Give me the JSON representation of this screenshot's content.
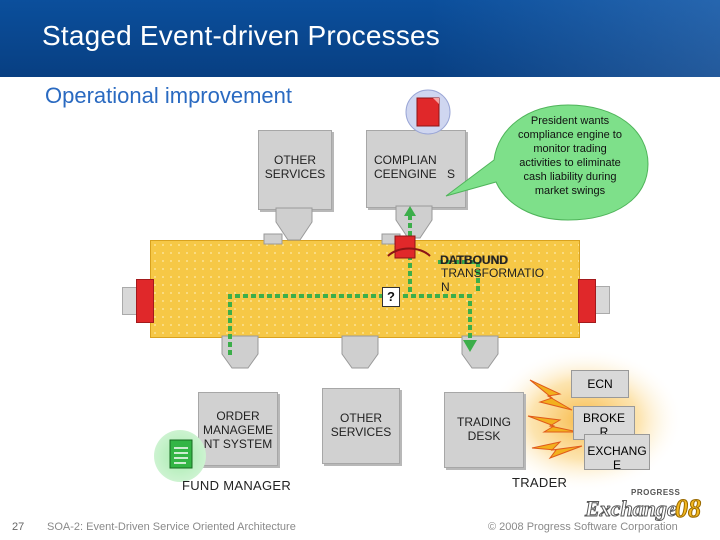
{
  "title": "Staged Event-driven Processes",
  "subtitle": "Operational improvement",
  "services": {
    "other_top": "OTHER\nSERVICES",
    "compliance": "COMPLIAN\nCEENGINE",
    "compliance_extra": "S",
    "order": "ORDER\nMANAGEME\nNT SYSTEM",
    "other_bottom": "OTHER\nSERVICES",
    "trading": "TRADING\nDESK"
  },
  "callout_text": "President wants compliance engine to monitor trading activities to eliminate cash liability during market swings",
  "step_label": "DATBOUND",
  "step_label_alt": "OUTBOUND",
  "transformation_label": "TRANSFORMATIO\nN",
  "question": "?",
  "external": {
    "ecn": "ECN",
    "broker": "BROKE\nR",
    "exchange": "EXCHANG\nE"
  },
  "roles": {
    "fund_manager": "FUND MANAGER",
    "trader": "TRADER"
  },
  "footer": {
    "page": "27",
    "left": "SOA-2: Event-Driven Service Oriented Architecture",
    "right": "© 2008 Progress Software Corporation"
  },
  "logo": {
    "small": "PROGRESS",
    "word": "Exchange",
    "num": "08"
  },
  "colors": {
    "header": "#0b4f9c",
    "accent_blue": "#2a6ac1",
    "bus": "#f6c846",
    "path": "#3cae4a",
    "document_red": "#e0282a",
    "callout_green": "#7ee08a",
    "glow_orange": "#f5a02a"
  }
}
